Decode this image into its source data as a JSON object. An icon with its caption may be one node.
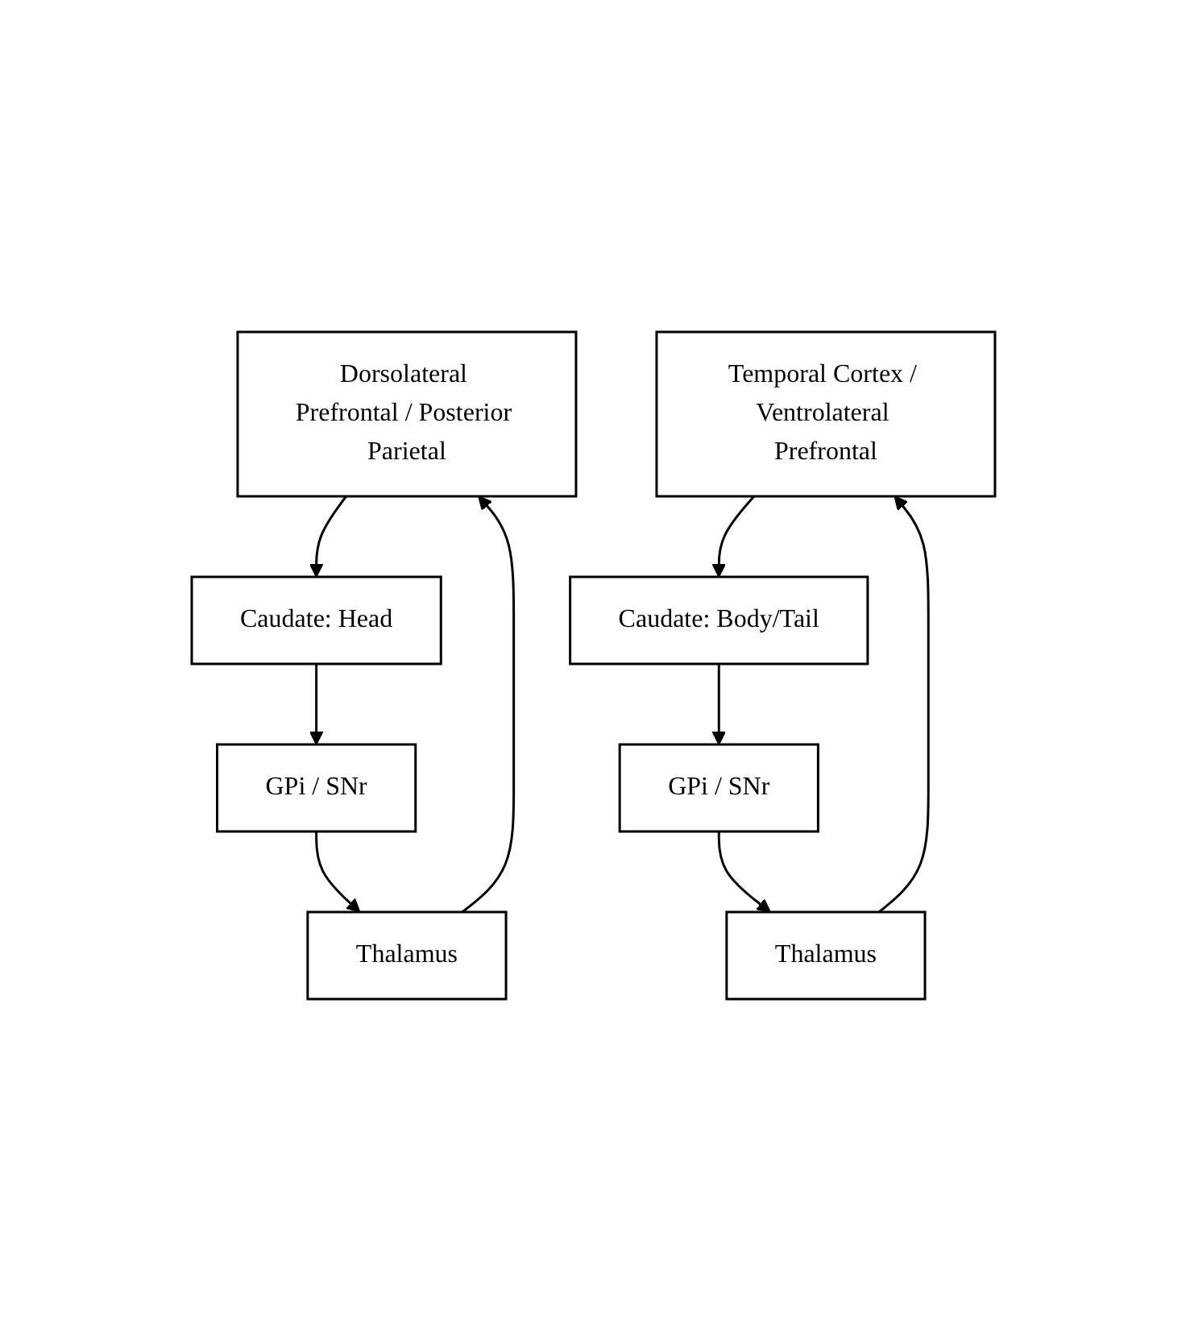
{
  "diagram": {
    "nodes": [
      {
        "text": [
          "Dorsolateral Prefrontal / Posterior Parietal"
        ]
      },
      {
        "text": [
          "Caudate: Head"
        ]
      },
      {
        "text": [
          "GPi / SNr"
        ]
      },
      {
        "text": [
          "Thalamus"
        ]
      },
      {
        "text": [
          "Temporal Cortex / Ventrolateral Prefrontal"
        ]
      },
      {
        "text": [
          "Caudate: Body/Tail"
        ]
      },
      {
        "text": [
          "GPi / SNr"
        ]
      },
      {
        "text": [
          "Thalamus"
        ]
      }
    ],
    "edges": [
      {
        "from": 0,
        "to": 1,
        "arrow": "to"
      },
      {
        "from": 1,
        "to": 2,
        "arrow": "to"
      },
      {
        "from": 2,
        "to": 3,
        "arrow": "to"
      },
      {
        "from": 3,
        "to": 0,
        "arrow": "to"
      },
      {
        "from": 4,
        "to": 5,
        "arrow": "to"
      },
      {
        "from": 5,
        "to": 6,
        "arrow": "to"
      },
      {
        "from": 6,
        "to": 7,
        "arrow": "to"
      },
      {
        "from": 7,
        "to": 4,
        "arrow": "to"
      }
    ]
  }
}
